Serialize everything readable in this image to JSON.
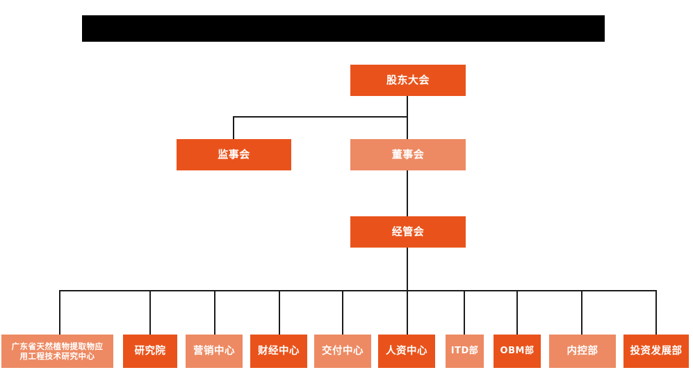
{
  "title_bar": {
    "name": "redacted-title-bar",
    "text": "",
    "color": "#000000"
  },
  "colors": {
    "dark_orange": "#e9531b",
    "light_orange": "#ed8a63",
    "connector": "#1a1a1a",
    "text": "#ffffff",
    "background": "#ffffff"
  },
  "chart_data": {
    "type": "diagram",
    "diagram_kind": "organizational-chart",
    "levels": [
      {
        "level": 1,
        "nodes": [
          "股东大会"
        ]
      },
      {
        "level": 2,
        "nodes": [
          "监事会",
          "董事会"
        ]
      },
      {
        "level": 3,
        "nodes": [
          "经管会"
        ]
      },
      {
        "level": 4,
        "nodes": [
          "广东省天然植物提取物应用工程技术研究中心",
          "研究院",
          "营销中心",
          "财经中心",
          "交付中心",
          "人资中心",
          "ITD部",
          "OBM部",
          "内控部",
          "投资发展部"
        ]
      }
    ],
    "edges": [
      {
        "from": "股东大会",
        "to": "监事会"
      },
      {
        "from": "股东大会",
        "to": "董事会"
      },
      {
        "from": "董事会",
        "to": "经管会"
      },
      {
        "from": "经管会",
        "to": "广东省天然植物提取物应用工程技术研究中心"
      },
      {
        "from": "经管会",
        "to": "研究院"
      },
      {
        "from": "经管会",
        "to": "营销中心"
      },
      {
        "from": "经管会",
        "to": "财经中心"
      },
      {
        "from": "经管会",
        "to": "交付中心"
      },
      {
        "from": "经管会",
        "to": "人资中心"
      },
      {
        "from": "经管会",
        "to": "ITD部"
      },
      {
        "from": "经管会",
        "to": "OBM部"
      },
      {
        "from": "经管会",
        "to": "内控部"
      },
      {
        "from": "经管会",
        "to": "投资发展部"
      }
    ]
  },
  "nodes": {
    "shareholders_meeting": {
      "label": "股东大会",
      "tone": "dark"
    },
    "supervisory_board": {
      "label": "监事会",
      "tone": "dark"
    },
    "board_of_directors": {
      "label": "董事会",
      "tone": "light"
    },
    "management_committee": {
      "label": "经管会",
      "tone": "dark"
    },
    "engineering_center": {
      "label": "广东省天然植物提取物应\n用工程技术研究中心",
      "tone": "light"
    },
    "research_institute": {
      "label": "研究院",
      "tone": "dark"
    },
    "marketing_center": {
      "label": "营销中心",
      "tone": "light"
    },
    "finance_center": {
      "label": "财经中心",
      "tone": "dark"
    },
    "delivery_center": {
      "label": "交付中心",
      "tone": "light"
    },
    "hr_center": {
      "label": "人资中心",
      "tone": "dark"
    },
    "itd_department": {
      "label": "ITD部",
      "tone": "light"
    },
    "obm_department": {
      "label": "OBM部",
      "tone": "dark"
    },
    "internal_control": {
      "label": "内控部",
      "tone": "light"
    },
    "investment_dev": {
      "label": "投资发展部",
      "tone": "dark"
    }
  }
}
